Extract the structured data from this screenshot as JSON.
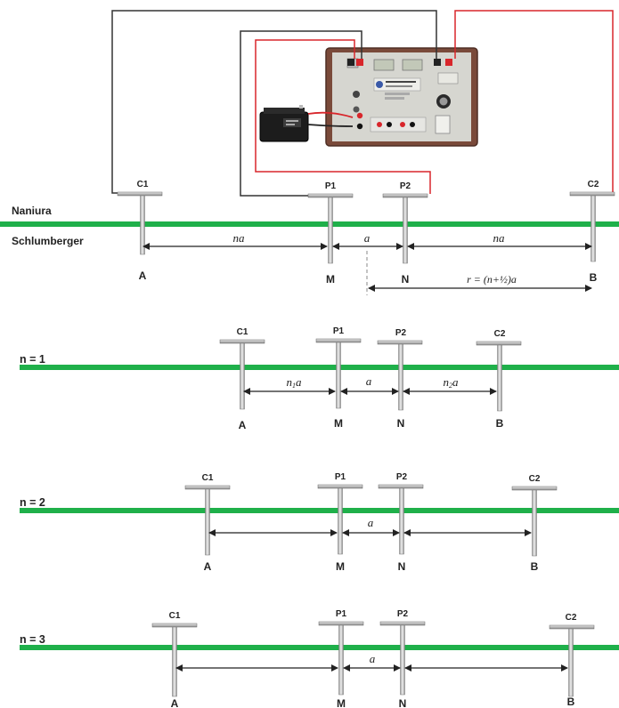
{
  "layout_names": {
    "wenner": "Naniura",
    "schlumberger": "Schlumberger"
  },
  "electrodes": {
    "c1": "C1",
    "p1": "P1",
    "p2": "P2",
    "c2": "C2"
  },
  "points": {
    "a": "A",
    "m": "M",
    "n": "N",
    "b": "B"
  },
  "distances": {
    "na": "na",
    "a": "a",
    "n1a": "n",
    "n1a_sub": "1",
    "n1a_tail": "a",
    "n2a": "n",
    "n2a_sub": "2",
    "n2a_tail": "a",
    "r_formula": "r = (n+½)a"
  },
  "rows": {
    "n1": "n = 1",
    "n2": "n = 2",
    "n3": "n = 3"
  },
  "colors": {
    "ground": "#1fb04a",
    "wire_red": "#d8262b",
    "wire_black": "#333333",
    "device_frame": "#7a4a3a",
    "device_panel": "#d7d7d2"
  }
}
